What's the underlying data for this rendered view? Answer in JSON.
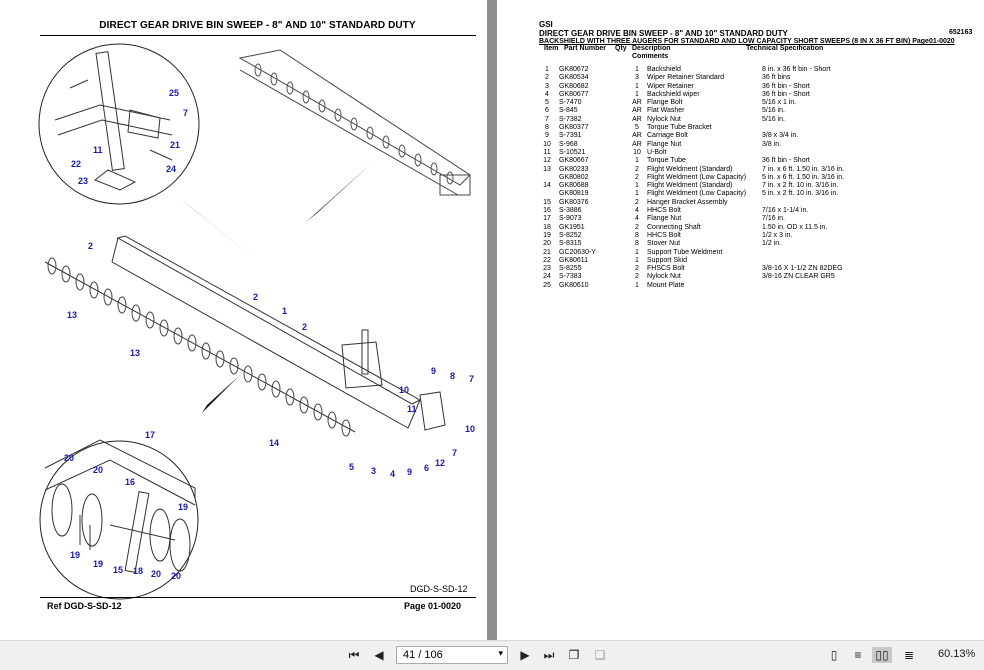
{
  "left_page": {
    "title": "DIRECT GEAR DRIVE BIN SWEEP - 8\" AND 10\" STANDARD DUTY",
    "drawing_code": "DGD-S-SD-12",
    "footer_ref": "Ref   DGD-S-SD-12",
    "footer_page": "Page   01-0020",
    "callouts": [
      "25",
      "7",
      "11",
      "21",
      "22",
      "24",
      "23",
      "2",
      "2",
      "1",
      "2",
      "13",
      "13",
      "14",
      "9",
      "8",
      "7",
      "10",
      "10",
      "11",
      "12",
      "6",
      "7",
      "3",
      "4",
      "9",
      "5",
      "17",
      "20",
      "20",
      "16",
      "19",
      "15",
      "18",
      "20",
      "20",
      "19"
    ]
  },
  "right_page": {
    "brand": "GSI",
    "title": "DIRECT GEAR DRIVE BIN SWEEP - 8\" AND 10\" STANDARD DUTY",
    "number": "652163",
    "subtitle": "BACKSHIELD WITH THREE AUGERS FOR STANDARD AND LOW CAPACITY SHORT SWEEPS (8 IN X 36 FT BIN) Page01-0020",
    "headers": {
      "item": "Item",
      "part": "Part Number",
      "qty": "Qty",
      "desc": "Description",
      "comments": "Comments",
      "spec": "Technical Specification"
    },
    "rows": [
      [
        "1",
        "GK80672",
        "1",
        "Backshield",
        "8 in. x 36 ft bin - Short"
      ],
      [
        "2",
        "GK80534",
        "3",
        "Wiper Retainer Standard",
        "36 ft bins"
      ],
      [
        "3",
        "GK80682",
        "1",
        "Wiper Retainer",
        "36 ft bin - Short"
      ],
      [
        "4",
        "GK80677",
        "1",
        "Backshield wiper",
        "36 ft bin - Short"
      ],
      [
        "5",
        "S-7470",
        "AR",
        "Flange Bolt",
        "5/16 x 1 in."
      ],
      [
        "6",
        "S-845",
        "AR",
        "Flat Washer",
        "5/16 in."
      ],
      [
        "7",
        "S-7382",
        "AR",
        "Nylock Nut",
        "5/16 in."
      ],
      [
        "8",
        "GK80377",
        "5",
        "Torque Tube Bracket",
        ""
      ],
      [
        "9",
        "S-7391",
        "AR",
        "Carriage Bolt",
        "3/8 x 3/4 in."
      ],
      [
        "10",
        "S-968",
        "AR",
        "Flange Nut",
        "3/8 in."
      ],
      [
        "11",
        "S-10521",
        "10",
        "U-Bolt",
        ""
      ],
      [
        "12",
        "GK80667",
        "1",
        "Torque Tube",
        "36 ft bin - Short"
      ],
      [
        "13",
        "GK80233",
        "2",
        "Flight Weldment (Standard)",
        "7 in. x 6 ft. 1.50 in. 3/16 in."
      ],
      [
        "",
        "GK80802",
        "2",
        "Flight Weldment (Low Capacity)",
        "5 in. x 6 ft. 1.50 in. 3/16 in."
      ],
      [
        "14",
        "GK80688",
        "1",
        "Flight Weldment (Standard)",
        "7 in. x 2 ft. 10 in. 3/16 in."
      ],
      [
        "",
        "GK80819",
        "1",
        "Flight Weldment (Low Capacity)",
        "5 in. x 2 ft. 10 in. 3/16 in."
      ],
      [
        "15",
        "GK80376",
        "2",
        "Hanger Bracket Assembly",
        ""
      ],
      [
        "16",
        "S-3886",
        "4",
        "HHCS Bolt",
        "7/16 x 1-1/4 in."
      ],
      [
        "17",
        "S-9073",
        "4",
        "Flange Nut",
        "7/16 in."
      ],
      [
        "18",
        "GK1951",
        "2",
        "Connecting Shaft",
        "1.50 in. OD x 11.5 in."
      ],
      [
        "19",
        "S-8252",
        "8",
        "HHCS Bolt",
        "1/2 x 3 in."
      ],
      [
        "20",
        "S-8315",
        "8",
        "Stover Nut",
        "1/2 in."
      ],
      [
        "21",
        "GC20630-Y",
        "1",
        "Support Tube Weldment",
        ""
      ],
      [
        "22",
        "GK80611",
        "1",
        "Support Skid",
        ""
      ],
      [
        "23",
        "S-8255",
        "2",
        "FHSCS Bolt",
        "3/8-16 X 1-1/2 ZN 82DEG"
      ],
      [
        "24",
        "S-7383",
        "2",
        "Nylock Nut",
        "3/8-16 ZN CLEAR GR5"
      ],
      [
        "25",
        "GK80610",
        "1",
        "Mount Plate",
        ""
      ]
    ]
  },
  "toolbar": {
    "page_value": "41 / 106",
    "zoom": "60.13%",
    "icons": [
      "first-page-icon",
      "prev-page-icon",
      "next-page-icon",
      "last-page-icon",
      "fit-page-icon",
      "rotate-icon",
      "single-page-icon",
      "two-page-icon",
      "continuous-icon",
      "scroll-icon"
    ]
  }
}
